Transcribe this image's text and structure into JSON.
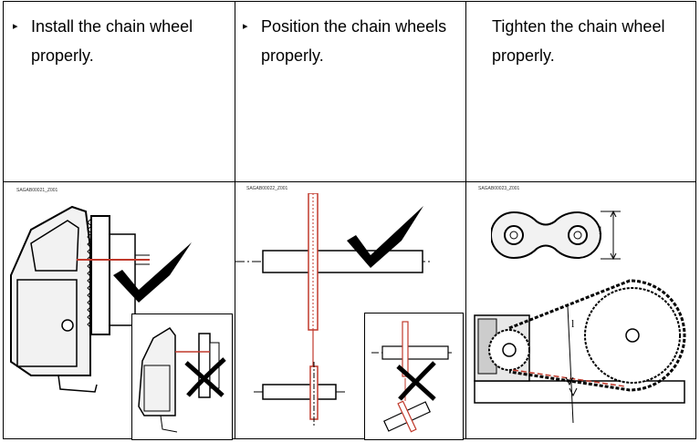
{
  "instructions": [
    {
      "bullet": "▸",
      "line1": "Install the chain wheel",
      "line2": "properly."
    },
    {
      "bullet": "▸",
      "line1": "Position the chain wheels",
      "line2": "properly."
    },
    {
      "bullet": "",
      "line1": "Tighten the chain wheel",
      "line2": "properly."
    }
  ],
  "figure_codes": [
    "SAGAB00021_Z001",
    "SAGAB00022_Z001",
    "SAGAB00023_Z001"
  ],
  "dimension_label": "l",
  "colors": {
    "line": "#000000",
    "accent": "#c0392b",
    "fill": "#f2f2f2",
    "dark": "#1a1a1a"
  },
  "icons": [
    "checkmark-icon",
    "cross-icon"
  ]
}
